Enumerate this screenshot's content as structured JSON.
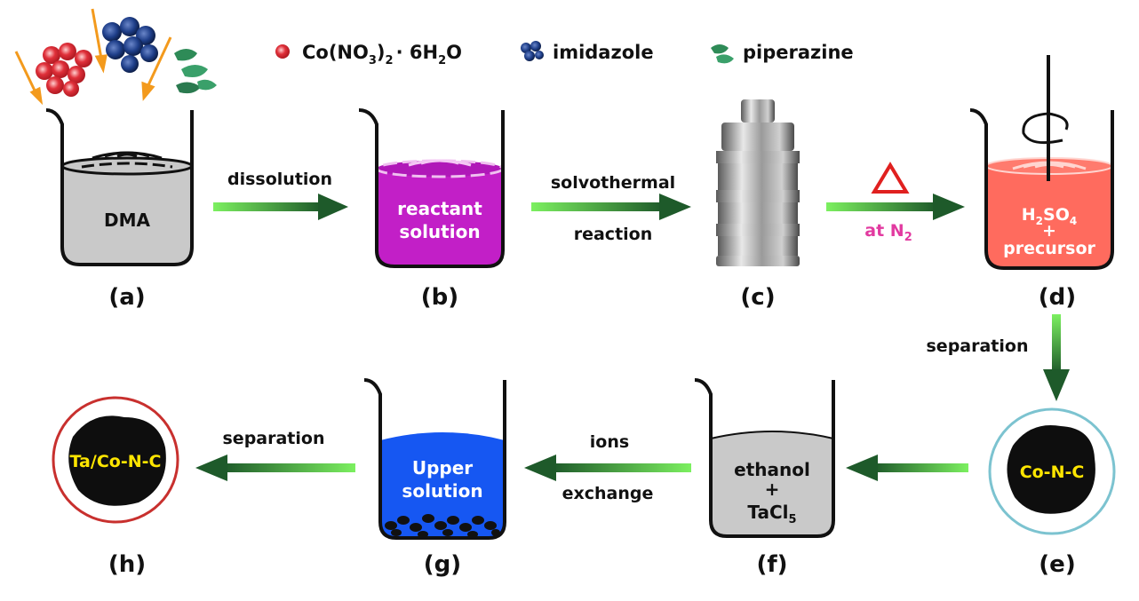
{
  "legend": [
    {
      "formula_main": "Co(NO",
      "formula_sub1": "3",
      "formula_mid": ")",
      "formula_sub2": "2",
      "formula_tail": "· 6H",
      "formula_sub3": "2",
      "formula_end": "O",
      "icon": "red-sphere-icon",
      "color": "#e0303a"
    },
    {
      "label": "imidazole",
      "icon": "blue-cluster-icon",
      "color": "#1f3f8a"
    },
    {
      "label": "piperazine",
      "icon": "green-leaf-icon",
      "color": "#2e8b57"
    }
  ],
  "steps": {
    "a": {
      "tag": "(a)",
      "content": "DMA"
    },
    "b": {
      "tag": "(b)",
      "content_line1": "reactant",
      "content_line2": "solution"
    },
    "c": {
      "tag": "(c)"
    },
    "d": {
      "tag": "(d)",
      "content_line1_main": "H",
      "content_line1_sub1": "2",
      "content_line1_mid": "SO",
      "content_line1_sub2": "4",
      "content_line2": "+",
      "content_line3": "precursor"
    },
    "e": {
      "tag": "(e)",
      "content": "Co-N-C"
    },
    "f": {
      "tag": "(f)",
      "content_line1": "ethanol",
      "content_line2": "+",
      "content_line3_main": "TaCl",
      "content_line3_sub": "5"
    },
    "g": {
      "tag": "(g)",
      "content_line1": "Upper",
      "content_line2": "solution"
    },
    "h": {
      "tag": "(h)",
      "content": "Ta/Co-N-C"
    }
  },
  "arrows": {
    "ab": {
      "label": "dissolution"
    },
    "bc": {
      "label_top": "solvothermal",
      "label_bottom": "reaction"
    },
    "cd": {
      "symbol": "△",
      "label_main": "at N",
      "label_sub": "2"
    },
    "de": {
      "label": "separation"
    },
    "fg": {
      "label_top": "ions",
      "label_bottom": "exchange"
    },
    "gh": {
      "label": "separation"
    }
  },
  "colors": {
    "arrow_light": "#6ee35a",
    "arrow_dark": "#1e5a2a",
    "solution_b": "#c21fc7",
    "solution_d": "#ff6b5e",
    "solution_g": "#1657f2",
    "solution_grey": "#c9c9c9",
    "triangle": "#e0201f",
    "at_n2": "#e23aa0",
    "yellow_text": "#ffe600",
    "ring_h": "#c8302e",
    "ring_e": "#7cc3d0"
  }
}
